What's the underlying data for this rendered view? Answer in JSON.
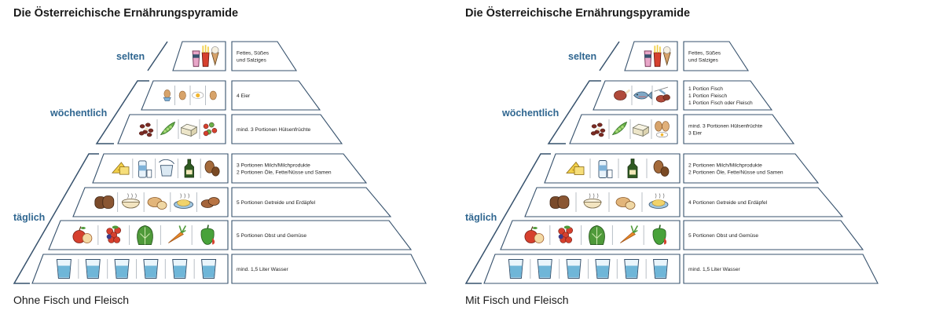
{
  "colors": {
    "outline": "#37526d",
    "frequency_text": "#2f6690",
    "water": "#6fb6d8",
    "bread": "#7a4a2a",
    "vegetable_green": "#4f9a3a",
    "fruit_red": "#d6402e",
    "carrot_orange": "#e88a2a",
    "cheese_yellow": "#f1cf48",
    "egg": "#d7a36a",
    "fish_blue": "#7fa8c6",
    "meat": "#b04a3a",
    "oil_bottle": "#2f5a22"
  },
  "left": {
    "title": "Die Österreichische Ernährungspyramide",
    "caption": "Ohne Fisch und Fleisch",
    "frequency": {
      "selten": "selten",
      "woechentlich": "wöchentlich",
      "taeglich": "täglich"
    },
    "tiers": [
      {
        "id": "sweets",
        "lines": [
          "Fettes, Süßes",
          "und Salziges"
        ],
        "icons": [
          "fast-food-icon"
        ]
      },
      {
        "id": "eggs",
        "lines": [
          "4 Eier"
        ],
        "icons": [
          "boiled-egg-icon",
          "egg-icon",
          "fried-egg-icon",
          "egg-icon"
        ]
      },
      {
        "id": "legumes",
        "lines": [
          "mind. 3 Portionen Hülsenfrüchte"
        ],
        "icons": [
          "beans-icon",
          "peas-icon",
          "tofu-icon",
          "legume-mix-icon"
        ]
      },
      {
        "id": "dairy-oil",
        "lines": [
          "3 Portionen Milch/Milchprodukte",
          "2 Portionen Öle, Fette/Nüsse und Samen"
        ],
        "icons": [
          "cheese-icon",
          "milk-icon",
          "yogurt-icon",
          "oil-bottle-icon",
          "nuts-icon"
        ]
      },
      {
        "id": "grains",
        "lines": [
          "5 Portionen Getreide und Erdäpfel"
        ],
        "icons": [
          "bread-icon",
          "rice-bowl-icon",
          "potato-icon",
          "pasta-icon",
          "bread-roll-icon"
        ]
      },
      {
        "id": "fruit-veg",
        "lines": [
          "5 Portionen Obst und Gemüse"
        ],
        "icons": [
          "apple-icon",
          "berries-icon",
          "lettuce-icon",
          "carrot-icon",
          "pepper-icon"
        ]
      },
      {
        "id": "water",
        "lines": [
          "mind. 1,5 Liter Wasser"
        ],
        "icons": [
          "water-glass-icon",
          "water-glass-icon",
          "water-glass-icon",
          "water-glass-icon",
          "water-glass-icon",
          "water-glass-icon"
        ]
      }
    ]
  },
  "right": {
    "title": "Die Österreichische Ernährungspyramide",
    "caption": "Mit Fisch und Fleisch",
    "frequency": {
      "selten": "selten",
      "woechentlich": "wöchentlich",
      "taeglich": "täglich"
    },
    "tiers": [
      {
        "id": "sweets",
        "lines": [
          "Fettes, Süßes",
          "und Salziges"
        ],
        "icons": [
          "fast-food-icon"
        ]
      },
      {
        "id": "fish-meat",
        "lines": [
          "1 Portion Fisch",
          "1 Portion Fleisch",
          "1 Portion Fisch oder Fleisch"
        ],
        "icons": [
          "ham-icon",
          "fish-icon",
          "fish-fillet-icon"
        ]
      },
      {
        "id": "legumes",
        "lines": [
          "mind. 3 Portionen Hülsenfrüchte",
          "3 Eier"
        ],
        "icons": [
          "beans-icon",
          "peas-icon",
          "tofu-icon",
          "eggs-icon"
        ]
      },
      {
        "id": "dairy-oil",
        "lines": [
          "2 Portionen Milch/Milchprodukte",
          "2 Portionen Öle, Fette/Nüsse und Samen"
        ],
        "icons": [
          "cheese-icon",
          "milk-icon",
          "oil-bottle-icon",
          "nuts-icon"
        ]
      },
      {
        "id": "grains",
        "lines": [
          "4 Portionen Getreide und Erdäpfel"
        ],
        "icons": [
          "bread-icon",
          "rice-bowl-icon",
          "potato-icon",
          "pasta-icon"
        ]
      },
      {
        "id": "fruit-veg",
        "lines": [
          "5 Portionen Obst und Gemüse"
        ],
        "icons": [
          "apple-icon",
          "berries-icon",
          "lettuce-icon",
          "carrot-icon",
          "pepper-icon"
        ]
      },
      {
        "id": "water",
        "lines": [
          "mind. 1,5 Liter Wasser"
        ],
        "icons": [
          "water-glass-icon",
          "water-glass-icon",
          "water-glass-icon",
          "water-glass-icon",
          "water-glass-icon",
          "water-glass-icon"
        ]
      }
    ]
  }
}
